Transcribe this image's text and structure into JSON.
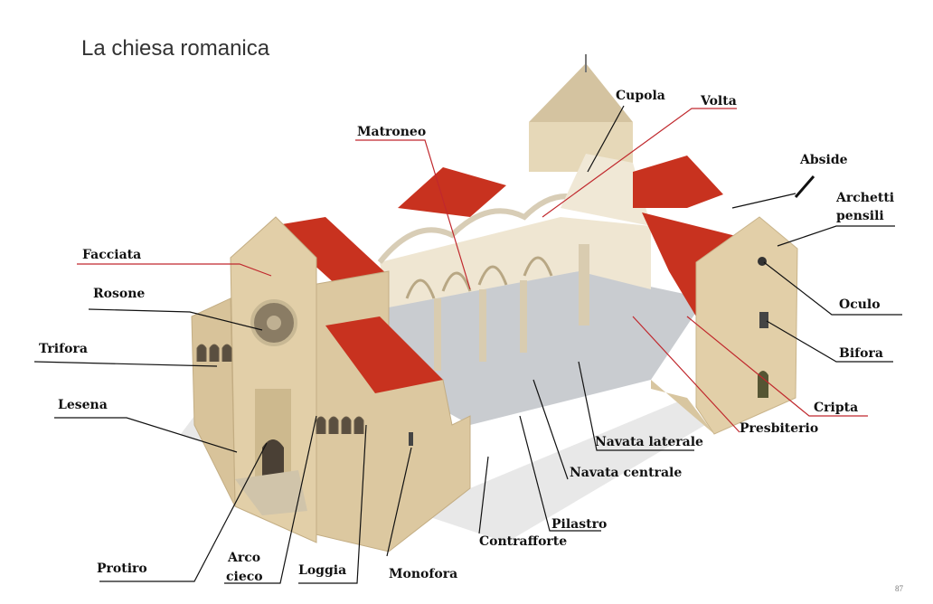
{
  "title": "La chiesa romanica",
  "page_number": "87",
  "colors": {
    "roof": "#c8321f",
    "stone": "#e2cfa8",
    "floor": "#c9ccd0",
    "leader_red": "#c0282d",
    "leader_black": "#111111"
  },
  "labels": {
    "cupola": "Cupola",
    "volta": "Volta",
    "matroneo": "Matroneo",
    "abside": "Abside",
    "archetti_1": "Archetti",
    "archetti_2": "pensili",
    "facciata": "Facciata",
    "rosone": "Rosone",
    "oculo": "Oculo",
    "trifora": "Trifora",
    "bifora": "Bifora",
    "lesena": "Lesena",
    "cripta": "Cripta",
    "presbiterio": "Presbiterio",
    "navata_laterale": "Navata laterale",
    "navata_centrale": "Navata centrale",
    "pilastro": "Pilastro",
    "contrafforte": "Contrafforte",
    "monofora": "Monofora",
    "loggia": "Loggia",
    "arco_1": "Arco",
    "arco_2": "cieco",
    "protiro": "Protiro"
  }
}
